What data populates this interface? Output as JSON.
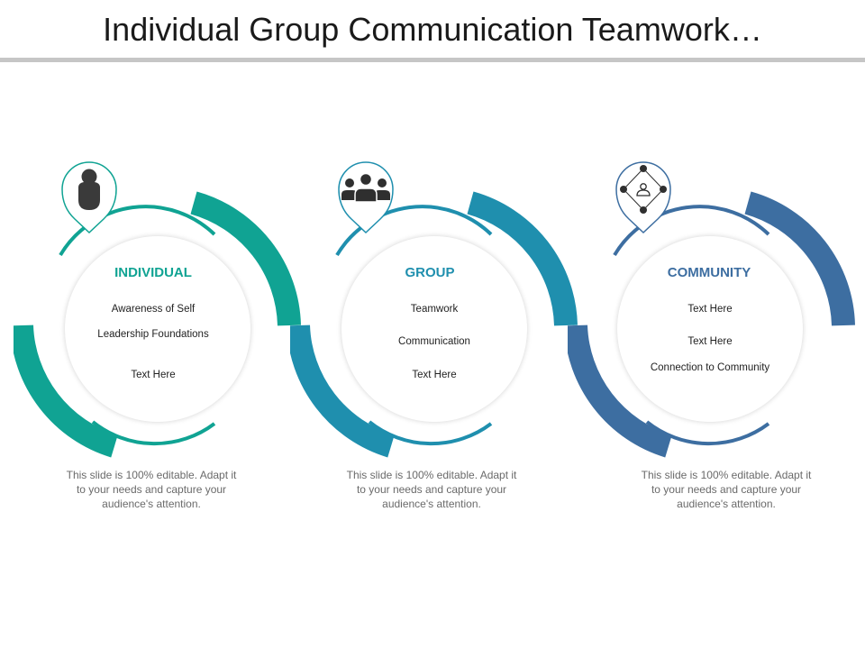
{
  "title": "Individual Group Communication Teamwork…",
  "colors": {
    "individual": "#10a393",
    "group": "#1f8fae",
    "community": "#3d6ea1"
  },
  "panels": [
    {
      "heading": "INDIVIDUAL",
      "icon": "person-icon",
      "items": [
        "Awareness of Self",
        "Leadership Foundations",
        "Text Here"
      ],
      "description": "This slide is 100% editable. Adapt it to your needs and capture your audience's attention."
    },
    {
      "heading": "GROUP",
      "icon": "group-icon",
      "items": [
        "Teamwork",
        "Communication",
        "Text Here"
      ],
      "description": "This slide is 100% editable. Adapt it to your needs and capture your audience's attention."
    },
    {
      "heading": "COMMUNITY",
      "icon": "community-network-icon",
      "items": [
        "Text Here",
        "Text Here",
        "Connection to Community"
      ],
      "description": "This slide is 100% editable. Adapt it to your needs and capture your audience's attention."
    }
  ]
}
